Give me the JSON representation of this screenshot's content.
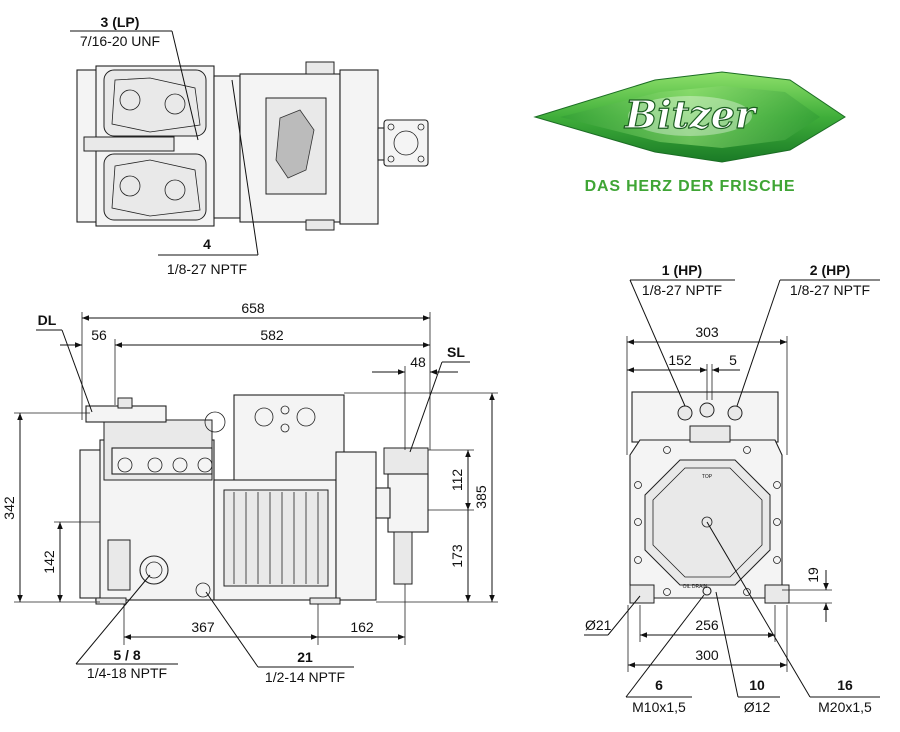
{
  "brand": {
    "name": "Bitzer",
    "tagline": "DAS HERZ DER FRISCHE",
    "colors": {
      "green_dark": "#1e7f2a",
      "green_light": "#7fd35a",
      "tagline": "#3fa535"
    }
  },
  "top_view": {
    "conn_3": {
      "id": "3 (LP)",
      "thread": "7/16-20 UNF"
    },
    "conn_4": {
      "id": "4",
      "thread": "1/8-27 NPTF"
    }
  },
  "side_view": {
    "dl_label": "DL",
    "sl_label": "SL",
    "dims": {
      "overall_length": "658",
      "length_582": "582",
      "offset_56": "56",
      "sl_48": "48",
      "height_342": "342",
      "height_142": "142",
      "height_385": "385",
      "height_112": "112",
      "height_173": "173",
      "len_367": "367",
      "len_162": "162"
    },
    "conn_5_8": {
      "id": "5 / 8",
      "thread": "1/4-18 NPTF"
    },
    "conn_21": {
      "id": "21",
      "thread": "1/2-14 NPTF"
    }
  },
  "front_view": {
    "conn_1": {
      "id": "1 (HP)",
      "thread": "1/8-27 NPTF"
    },
    "conn_2": {
      "id": "2 (HP)",
      "thread": "1/8-27 NPTF"
    },
    "dims": {
      "width_303": "303",
      "width_152": "152",
      "offset_5": "5",
      "hole_d21": "Ø21",
      "width_256": "256",
      "width_300": "300",
      "height_19": "19"
    },
    "conn_6": {
      "id": "6",
      "thread": "M10x1,5"
    },
    "conn_10": {
      "id": "10",
      "thread": "Ø12"
    },
    "conn_16": {
      "id": "16",
      "thread": "M20x1,5"
    },
    "small_text": {
      "top": "TOP",
      "oil_drain": "OIL DRAIN"
    }
  }
}
